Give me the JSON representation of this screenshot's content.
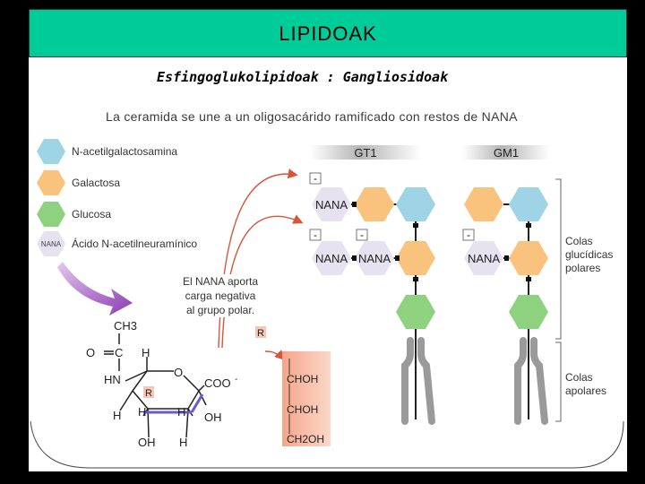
{
  "slide": {
    "title": "LIPIDOAK",
    "subtitle": "Esfingoglukolipidoak : Gangliosidoak",
    "sentence": "La ceramida se une a un oligosacárido ramificado con restos de NANA"
  },
  "legend": [
    {
      "label": "N-acetilgalactosamina",
      "color": "#9fd3e6"
    },
    {
      "label": "Galactosa",
      "color": "#f9c27d"
    },
    {
      "label": "Glucosa",
      "color": "#8ed17e"
    },
    {
      "label": "Ácido N-acetilneuramínico",
      "color": "#e6e2ef",
      "tag": "NANA"
    }
  ],
  "note": [
    "El NANA aporta",
    "carga negativa",
    "al grupo polar."
  ],
  "gangliosides": {
    "g1": "GT1",
    "g2": "GM1"
  },
  "nana_label": "NANA",
  "minus": "-",
  "side_labels": {
    "polar": [
      "Colas",
      "glucídicas",
      "polares"
    ],
    "apolar": [
      "Colas",
      "apolares"
    ]
  },
  "structure": {
    "ch3": "CH3",
    "c": "C",
    "o": "O",
    "h": "H",
    "hn": "HN",
    "r": "R",
    "ring_o": "O",
    "coo": "COO",
    "oh": "OH",
    "r_box": "R",
    "chain": [
      "CHOH",
      "CHOH",
      "CH2OH"
    ]
  },
  "colors": {
    "title_bg": "#00cc99",
    "blue": "#9fd3e6",
    "orange": "#f9c27d",
    "green": "#8ed17e",
    "nana": "#e6e2ef",
    "salmon": "#f8c6b4",
    "arrow_red": "#d9553a",
    "purple": "#9b4fbf",
    "gray_lipid": "#9a9a9a"
  }
}
